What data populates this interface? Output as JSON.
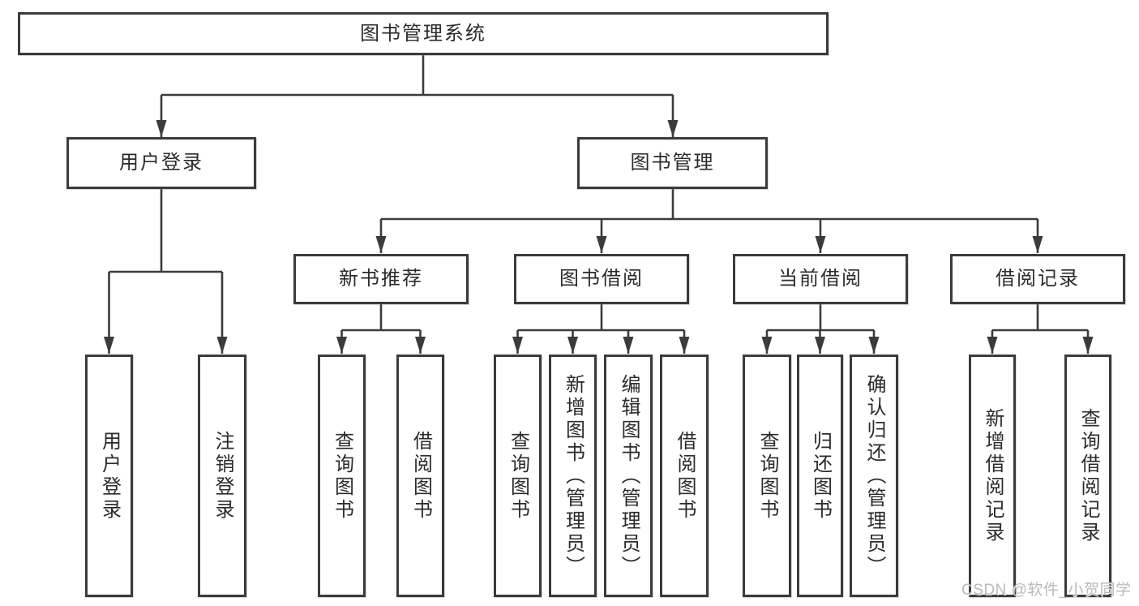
{
  "diagram": {
    "type": "hierarchy-tree",
    "tree": {
      "root": {
        "label": "图书管理系统"
      },
      "branches": [
        {
          "label": "用户登录",
          "children": [
            {
              "label": "用户登录"
            },
            {
              "label": "注销登录"
            }
          ]
        },
        {
          "label": "图书管理",
          "children": [
            {
              "label": "新书推荐",
              "children": [
                {
                  "label": "查询图书"
                },
                {
                  "label": "借阅图书"
                }
              ]
            },
            {
              "label": "图书借阅",
              "children": [
                {
                  "label": "查询图书"
                },
                {
                  "label": "新增图书（管理员）"
                },
                {
                  "label": "编辑图书（管理员）"
                },
                {
                  "label": "借阅图书"
                }
              ]
            },
            {
              "label": "当前借阅",
              "children": [
                {
                  "label": "查询图书"
                },
                {
                  "label": "归还图书"
                },
                {
                  "label": "确认归还（管理员）"
                }
              ]
            },
            {
              "label": "借阅记录",
              "children": [
                {
                  "label": "新增借阅记录"
                },
                {
                  "label": "查询借阅记录"
                }
              ]
            }
          ]
        }
      ]
    }
  },
  "watermark": {
    "text": "CSDN @软件_小贺同学"
  },
  "colors": {
    "line": "#3b3b3b",
    "text": "#2b2b2b",
    "box_background": "#ffffff",
    "page_background": "#ffffff",
    "watermark": "#b9b9b9"
  }
}
